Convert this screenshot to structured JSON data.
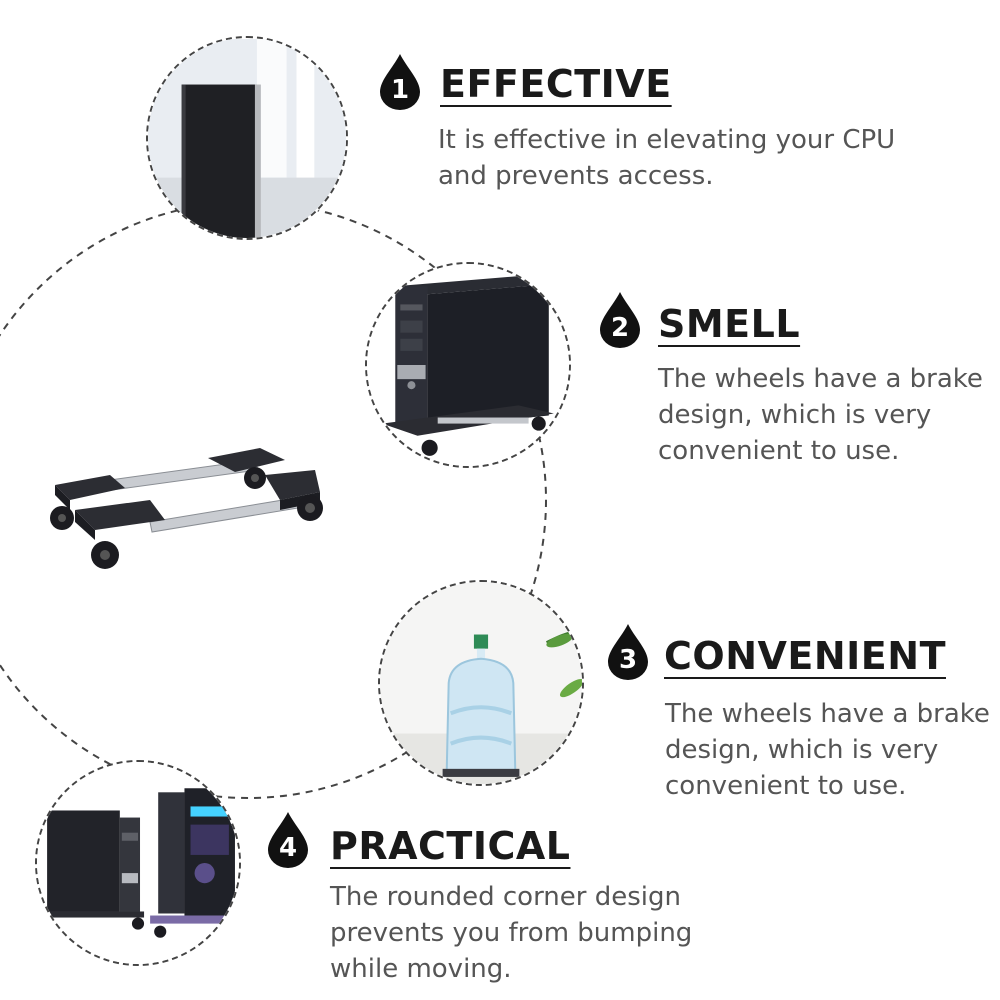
{
  "features": [
    {
      "number": "1",
      "title": "EFFECTIVE",
      "description": "It is effective in elevating your CPU\nand prevents access.",
      "image": "cpu-tower-on-stand-photo"
    },
    {
      "number": "2",
      "title": "SMELL",
      "description": "The wheels have a brake\ndesign, which is very\nconvenient to use.",
      "image": "computer-case-on-wheeled-stand-photo"
    },
    {
      "number": "3",
      "title": "CONVENIENT",
      "description": "The wheels have a brake\ndesign, which is very\nconvenient to use.",
      "image": "water-jug-on-stand-photo"
    },
    {
      "number": "4",
      "title": "PRACTICAL",
      "description": "The rounded corner design\nprevents you from bumping\nwhile moving.",
      "image": "two-computer-cases-on-stands-photo"
    }
  ],
  "colors": {
    "title": "#1a1a1a",
    "description": "#555555",
    "badge": "#111111",
    "dashed_line": "#444444"
  }
}
